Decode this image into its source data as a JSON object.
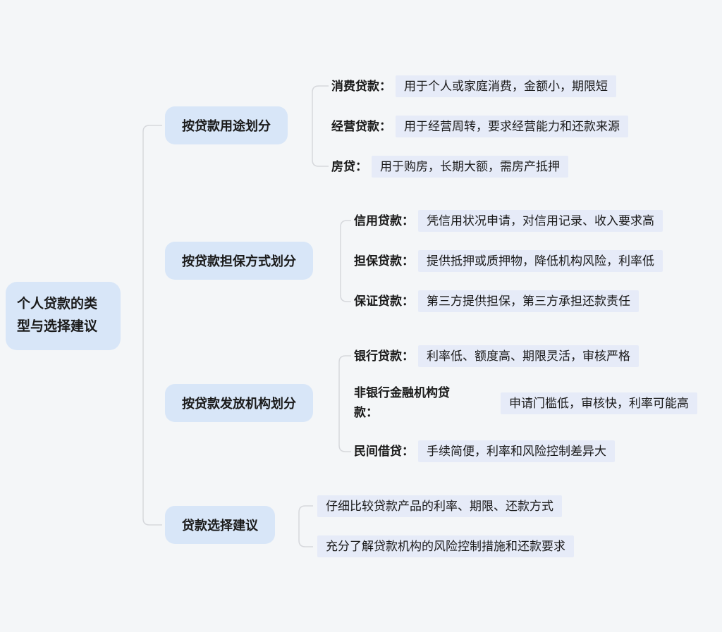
{
  "canvas": {
    "background": "#f4f6f8",
    "node_fill": "#d8e6f8",
    "highlight_fill": "#e6ebf8",
    "line_color": "#d6d8dc",
    "text_color": "#1a1a1a"
  },
  "root": {
    "label": "个人贷款的类型与选择建议"
  },
  "branches": [
    {
      "label": "按贷款用途划分",
      "children": [
        {
          "term": "消费贷款：",
          "desc": "用于个人或家庭消费，金额小，期限短"
        },
        {
          "term": "经营贷款：",
          "desc": "用于经营周转，要求经营能力和还款来源"
        },
        {
          "term": "房贷：",
          "desc": "用于购房，长期大额，需房产抵押"
        }
      ]
    },
    {
      "label": "按贷款担保方式划分",
      "children": [
        {
          "term": "信用贷款：",
          "desc": "凭信用状况申请，对信用记录、收入要求高"
        },
        {
          "term": "担保贷款：",
          "desc": "提供抵押或质押物，降低机构风险，利率低"
        },
        {
          "term": "保证贷款：",
          "desc": "第三方提供担保，第三方承担还款责任"
        }
      ]
    },
    {
      "label": "按贷款发放机构划分",
      "children": [
        {
          "term": "银行贷款：",
          "desc": "利率低、额度高、期限灵活，审核严格"
        },
        {
          "term": "非银行金融机构贷款：",
          "desc": "申请门槛低，审核快，利率可能高"
        },
        {
          "term": "民间借贷：",
          "desc": "手续简便，利率和风险控制差异大"
        }
      ]
    },
    {
      "label": "贷款选择建议",
      "children": [
        {
          "desc": "仔细比较贷款产品的利率、期限、还款方式"
        },
        {
          "desc": "充分了解贷款机构的风险控制措施和还款要求"
        }
      ]
    }
  ]
}
